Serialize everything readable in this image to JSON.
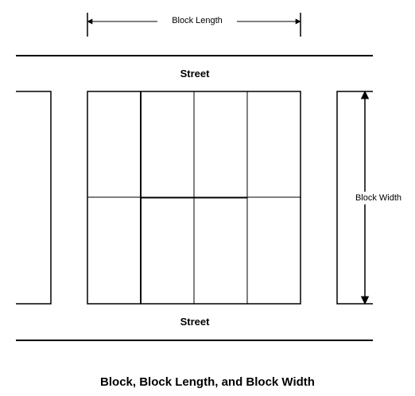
{
  "labels": {
    "block_length": "Block Length",
    "block_width": "Block Width",
    "street_top": "Street",
    "street_bottom": "Street",
    "caption": "Block, Block Length, and Block Width"
  },
  "colors": {
    "line": "#000000",
    "background": "#ffffff"
  }
}
